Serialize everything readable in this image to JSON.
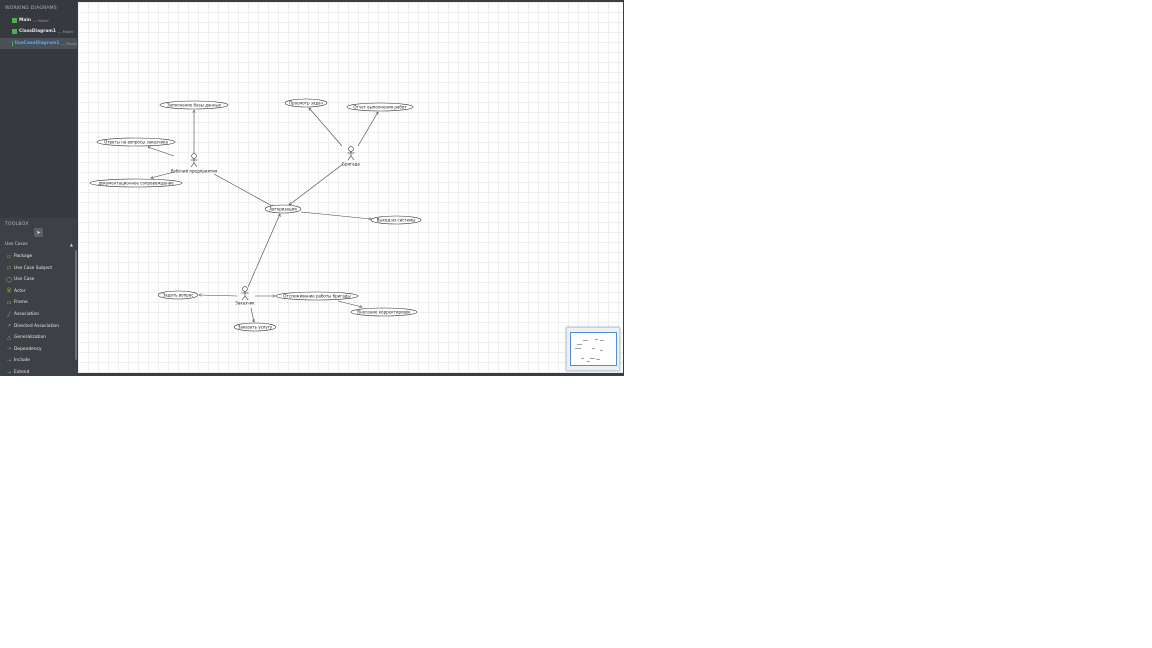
{
  "sidebar": {
    "working_diagrams_title": "WORKING DIAGRAMS",
    "diagrams": [
      {
        "name": "Main",
        "sub": "— Model",
        "icon": "diagram-icon",
        "active": false
      },
      {
        "name": "ClassDiagram1",
        "sub": "— Model",
        "icon": "diagram-icon",
        "active": false
      },
      {
        "name": "UseCaseDiagram1",
        "sub": "— Model",
        "icon": "diagram-icon",
        "active": true
      }
    ],
    "toolbox_title": "TOOLBOX",
    "pointer_icon": "cursor-icon",
    "group_label": "Use Cases",
    "group_toggle": "▲",
    "tools": [
      {
        "label": "Package",
        "icon": "package-icon",
        "glyph": "▭",
        "color": "#d9b44a"
      },
      {
        "label": "Use Case Subject",
        "icon": "subject-icon",
        "glyph": "▭",
        "color": "#d9b44a"
      },
      {
        "label": "Use Case",
        "icon": "usecase-icon",
        "glyph": "◯",
        "color": "#d9b44a"
      },
      {
        "label": "Actor",
        "icon": "actor-icon",
        "glyph": "웃",
        "color": "#d9b44a"
      },
      {
        "label": "Frame",
        "icon": "frame-icon",
        "glyph": "▭",
        "color": "#d9b44a"
      },
      {
        "label": "Association",
        "icon": "association-icon",
        "glyph": "╱",
        "color": "#7fb0e0"
      },
      {
        "label": "Directed Association",
        "icon": "directed-association-icon",
        "glyph": "↗",
        "color": "#7fb0e0"
      },
      {
        "label": "Generalization",
        "icon": "generalization-icon",
        "glyph": "△",
        "color": "#7fb0e0"
      },
      {
        "label": "Dependency",
        "icon": "dependency-icon",
        "glyph": "⇢",
        "color": "#7fb0e0"
      },
      {
        "label": "Include",
        "icon": "include-icon",
        "glyph": "⇢",
        "color": "#7fb0e0"
      },
      {
        "label": "Extend",
        "icon": "extend-icon",
        "glyph": "⇢",
        "color": "#7fb0e0"
      }
    ]
  },
  "diagram": {
    "actors": [
      {
        "id": "enterprise",
        "label": "Рабочий предприятия"
      },
      {
        "id": "brigade",
        "label": "Бригада"
      },
      {
        "id": "customer",
        "label": "Заказчик"
      }
    ],
    "use_cases": [
      {
        "id": "db",
        "label": "Заполнение базы данных"
      },
      {
        "id": "answers",
        "label": "Ответы на вопросы заказчика"
      },
      {
        "id": "docs",
        "label": "документационное сопровождение"
      },
      {
        "id": "tasks",
        "label": "Просмотр задач"
      },
      {
        "id": "report",
        "label": "Отчет выполнения работ"
      },
      {
        "id": "auth",
        "label": "Авторизация"
      },
      {
        "id": "logout",
        "label": "Выход из системы"
      },
      {
        "id": "question",
        "label": "Задать вопрос"
      },
      {
        "id": "tracking",
        "label": "Отслеживание работы бригады"
      },
      {
        "id": "corrections",
        "label": "Внесение корректировок"
      },
      {
        "id": "order",
        "label": "Заказать услугу"
      }
    ]
  }
}
